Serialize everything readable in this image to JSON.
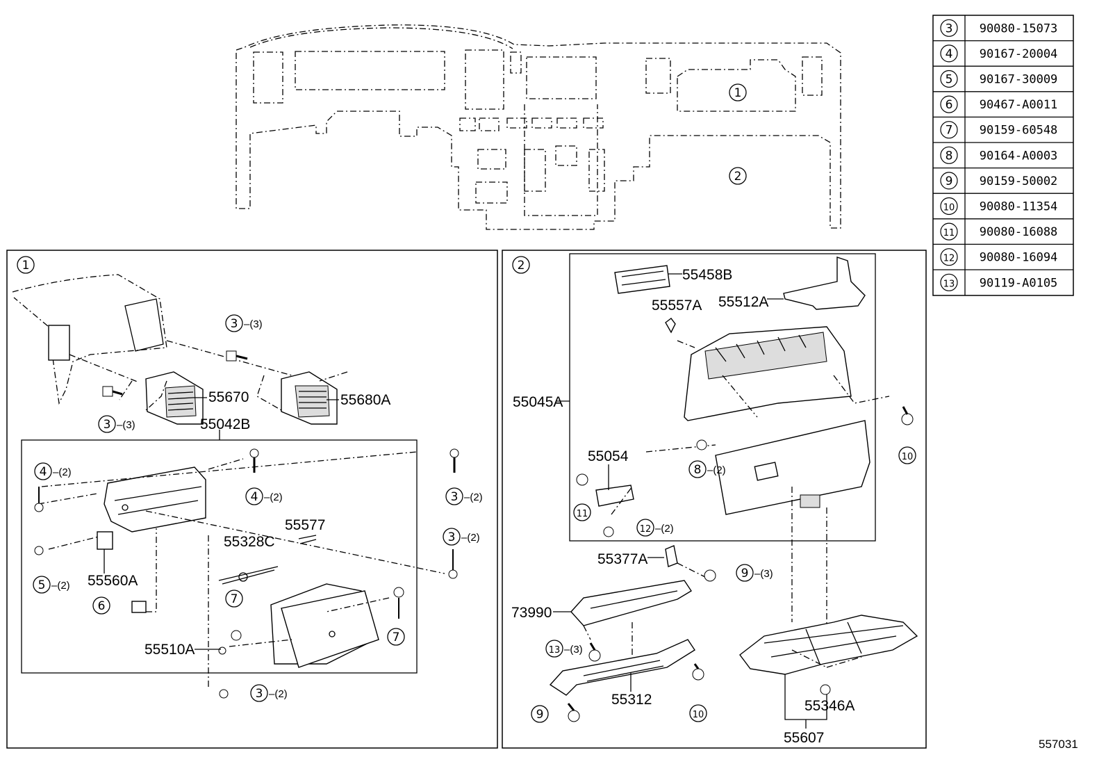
{
  "overview": {
    "region1_marker": "1",
    "region2_marker": "2"
  },
  "panel1": {
    "marker": "1",
    "parts": {
      "p55670": "55670",
      "p55680A": "55680A",
      "p55042B": "55042B",
      "p55577": "55577",
      "p55328C": "55328C",
      "p55560A": "55560A",
      "p55510A": "55510A"
    },
    "callouts": [
      {
        "num": "3",
        "qty": "–(3)"
      },
      {
        "num": "3",
        "qty": "–(3)"
      },
      {
        "num": "4",
        "qty": "–(2)"
      },
      {
        "num": "4",
        "qty": "–(2)"
      },
      {
        "num": "3",
        "qty": "–(2)"
      },
      {
        "num": "3",
        "qty": "–(2)"
      },
      {
        "num": "5",
        "qty": "–(2)"
      },
      {
        "num": "6",
        "qty": ""
      },
      {
        "num": "7",
        "qty": ""
      },
      {
        "num": "7",
        "qty": ""
      },
      {
        "num": "3",
        "qty": "–(2)"
      }
    ]
  },
  "panel2": {
    "marker": "2",
    "parts": {
      "p55458B": "55458B",
      "p55557A": "55557A",
      "p55512A": "55512A",
      "p55045A": "55045A",
      "p55054": "55054",
      "p55377A": "55377A",
      "p73990": "73990",
      "p55312": "55312",
      "p55346A": "55346A",
      "p55607": "55607"
    },
    "callouts": [
      {
        "num": "8",
        "qty": "–(2)"
      },
      {
        "num": "10",
        "qty": ""
      },
      {
        "num": "11",
        "qty": ""
      },
      {
        "num": "12",
        "qty": "–(2)"
      },
      {
        "num": "9",
        "qty": "–(3)"
      },
      {
        "num": "13",
        "qty": "–(3)"
      },
      {
        "num": "9",
        "qty": ""
      },
      {
        "num": "10",
        "qty": ""
      }
    ]
  },
  "parts_table": [
    {
      "ref": "3",
      "part": "90080-15073"
    },
    {
      "ref": "4",
      "part": "90167-20004"
    },
    {
      "ref": "5",
      "part": "90167-30009"
    },
    {
      "ref": "6",
      "part": "90467-A0011"
    },
    {
      "ref": "7",
      "part": "90159-60548"
    },
    {
      "ref": "8",
      "part": "90164-A0003"
    },
    {
      "ref": "9",
      "part": "90159-50002"
    },
    {
      "ref": "10",
      "part": "90080-11354"
    },
    {
      "ref": "11",
      "part": "90080-16088"
    },
    {
      "ref": "12",
      "part": "90080-16094"
    },
    {
      "ref": "13",
      "part": "90119-A0105"
    }
  ],
  "diagram_id": "557031"
}
